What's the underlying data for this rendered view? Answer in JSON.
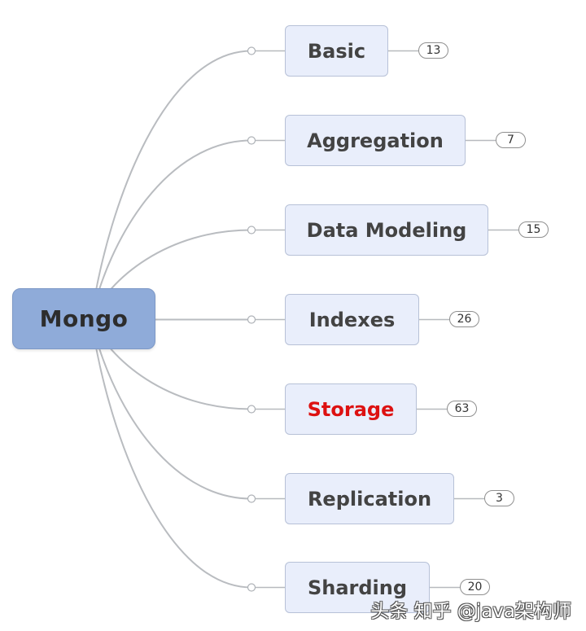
{
  "root": {
    "label": "Mongo"
  },
  "topics": [
    {
      "label": "Basic",
      "count": "13",
      "highlight": false
    },
    {
      "label": "Aggregation",
      "count": "7",
      "highlight": false
    },
    {
      "label": "Data Modeling",
      "count": "15",
      "highlight": false
    },
    {
      "label": "Indexes",
      "count": "26",
      "highlight": false
    },
    {
      "label": "Storage",
      "count": "63",
      "highlight": true
    },
    {
      "label": "Replication",
      "count": "3",
      "highlight": false
    },
    {
      "label": "Sharding",
      "count": "20",
      "highlight": false
    }
  ],
  "colors": {
    "root_fill": "#8fabd9",
    "topic_fill": "#e9eefb",
    "highlight_text": "#dd1111",
    "connector": "#b9bcc0"
  },
  "watermark": "头条 知乎 @java架构师"
}
